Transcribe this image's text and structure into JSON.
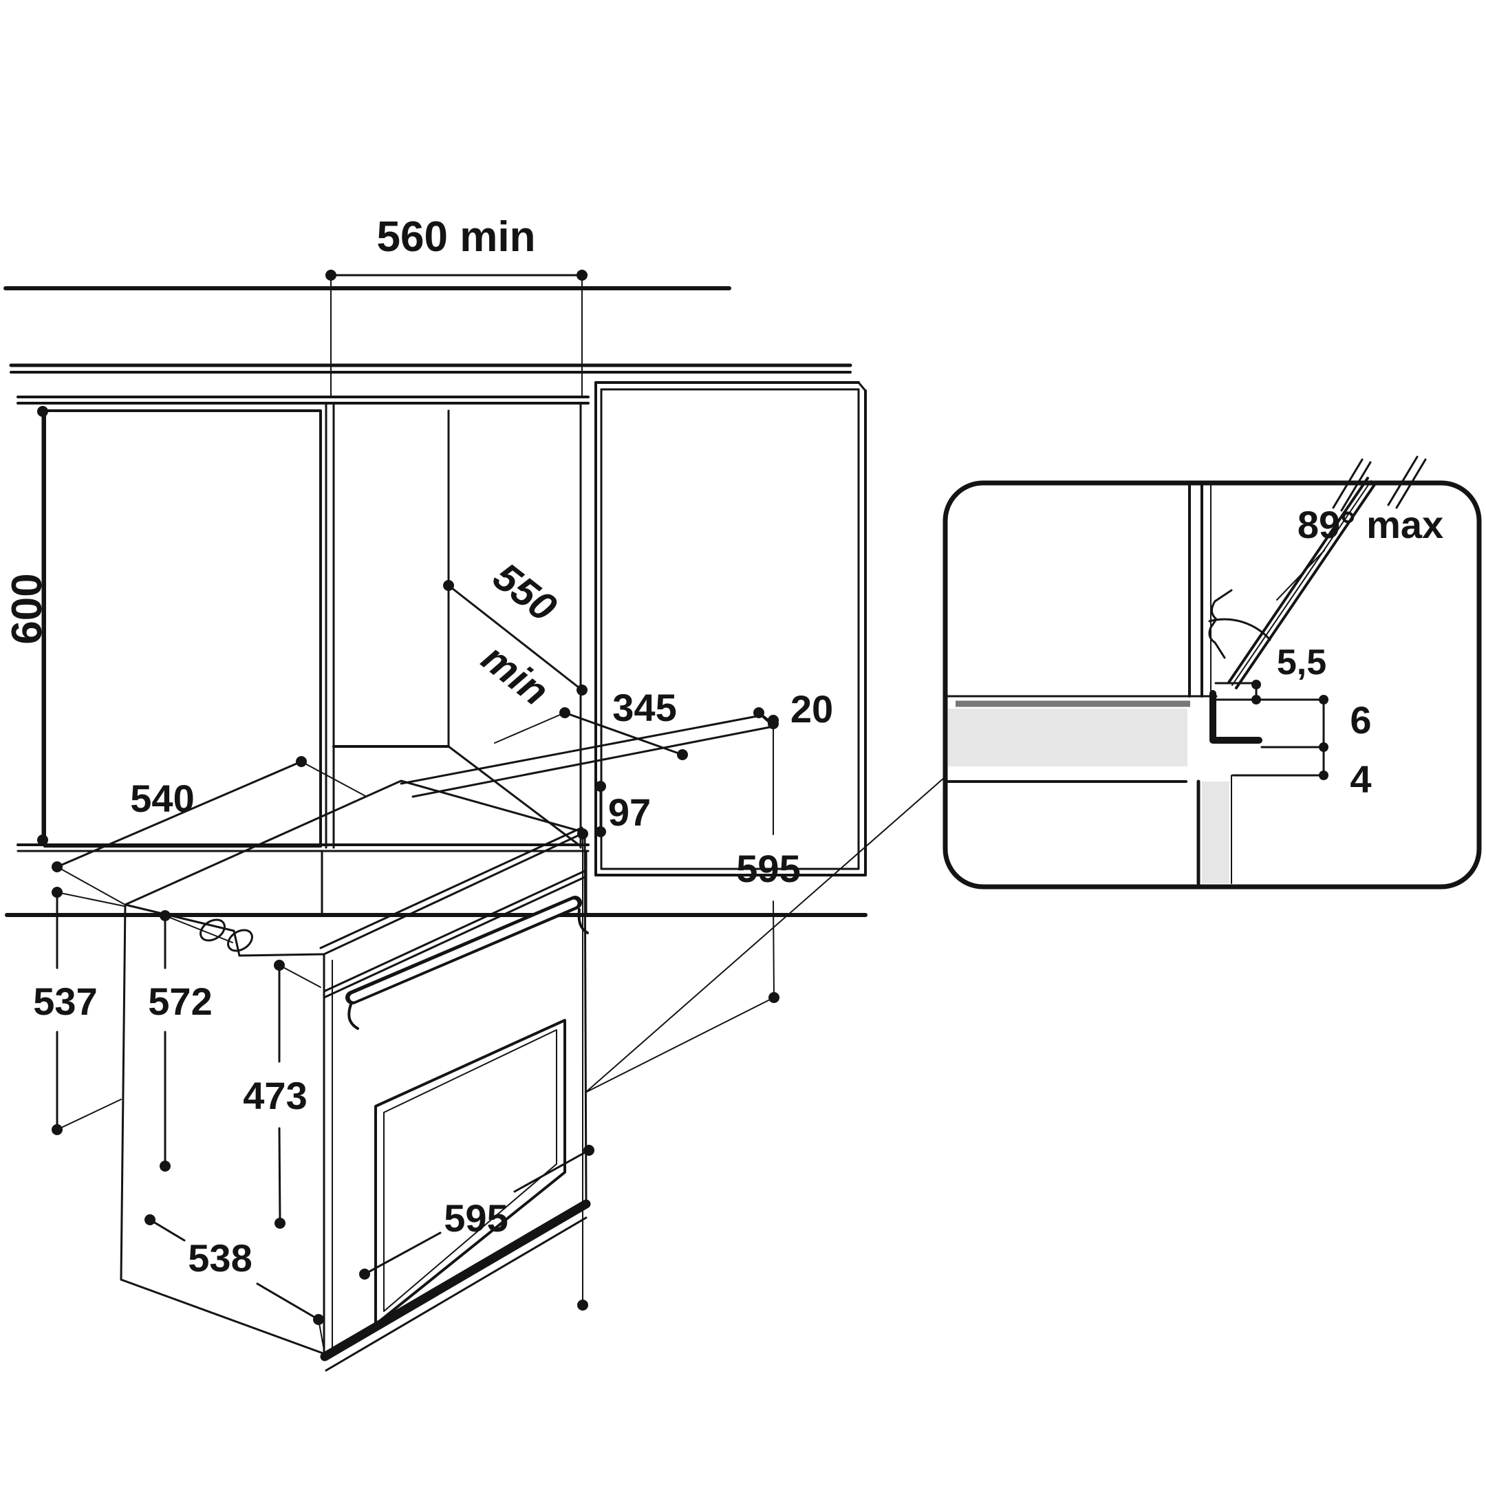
{
  "drawing_type": "built-in oven installation dimensions diagram",
  "colors": {
    "line": "#141414",
    "background": "#ffffff",
    "section_fill_light": "#e6e6e6",
    "section_edge_gray": "#787878"
  },
  "cabinet_view": {
    "niche_width_label": "560 min",
    "cabinet_height_label": "600",
    "niche_depth_label_line1": "550",
    "niche_depth_label_line2": "min"
  },
  "oven_view": {
    "top_depth_label": "540",
    "rear_top_depth_label": "345",
    "rear_gap_label": "20",
    "fascia_height_label": "97",
    "side_height_label": "595",
    "body_width_label": "537",
    "body_height_label": "572",
    "door_height_label": "473",
    "front_width_label": "595",
    "bottom_width_label": "538"
  },
  "detail_view": {
    "door_angle_label": "89° max",
    "door_gap_label": "5,5",
    "upper_gap_label": "6",
    "lower_gap_label": "4"
  }
}
